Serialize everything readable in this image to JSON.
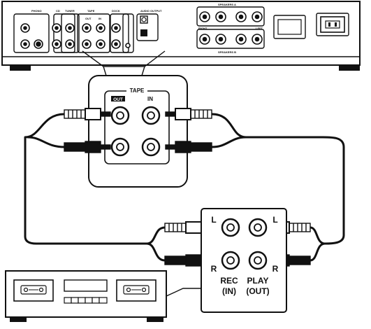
{
  "amplifier": {
    "panel_labels": [
      "PHONO",
      "CD",
      "TUNER",
      "TAPE",
      "DOCK",
      "AUDIO OUTPUT",
      "SPEAKERS A",
      "SPEAKERS B"
    ],
    "tape_in_label": "IN",
    "tape_out_label": "OUT",
    "speaker_plus": "+",
    "speaker_minus": "–",
    "speaker_left": "LEFT",
    "speaker_right": "RIGHT"
  },
  "tape_callout": {
    "title": "TAPE",
    "out_label": "OUT",
    "in_label": "IN"
  },
  "deck_panel": {
    "left_channel": "L",
    "right_channel": "R",
    "rec_label": "REC",
    "rec_sub": "(IN)",
    "play_label": "PLAY",
    "play_sub": "(OUT)"
  }
}
